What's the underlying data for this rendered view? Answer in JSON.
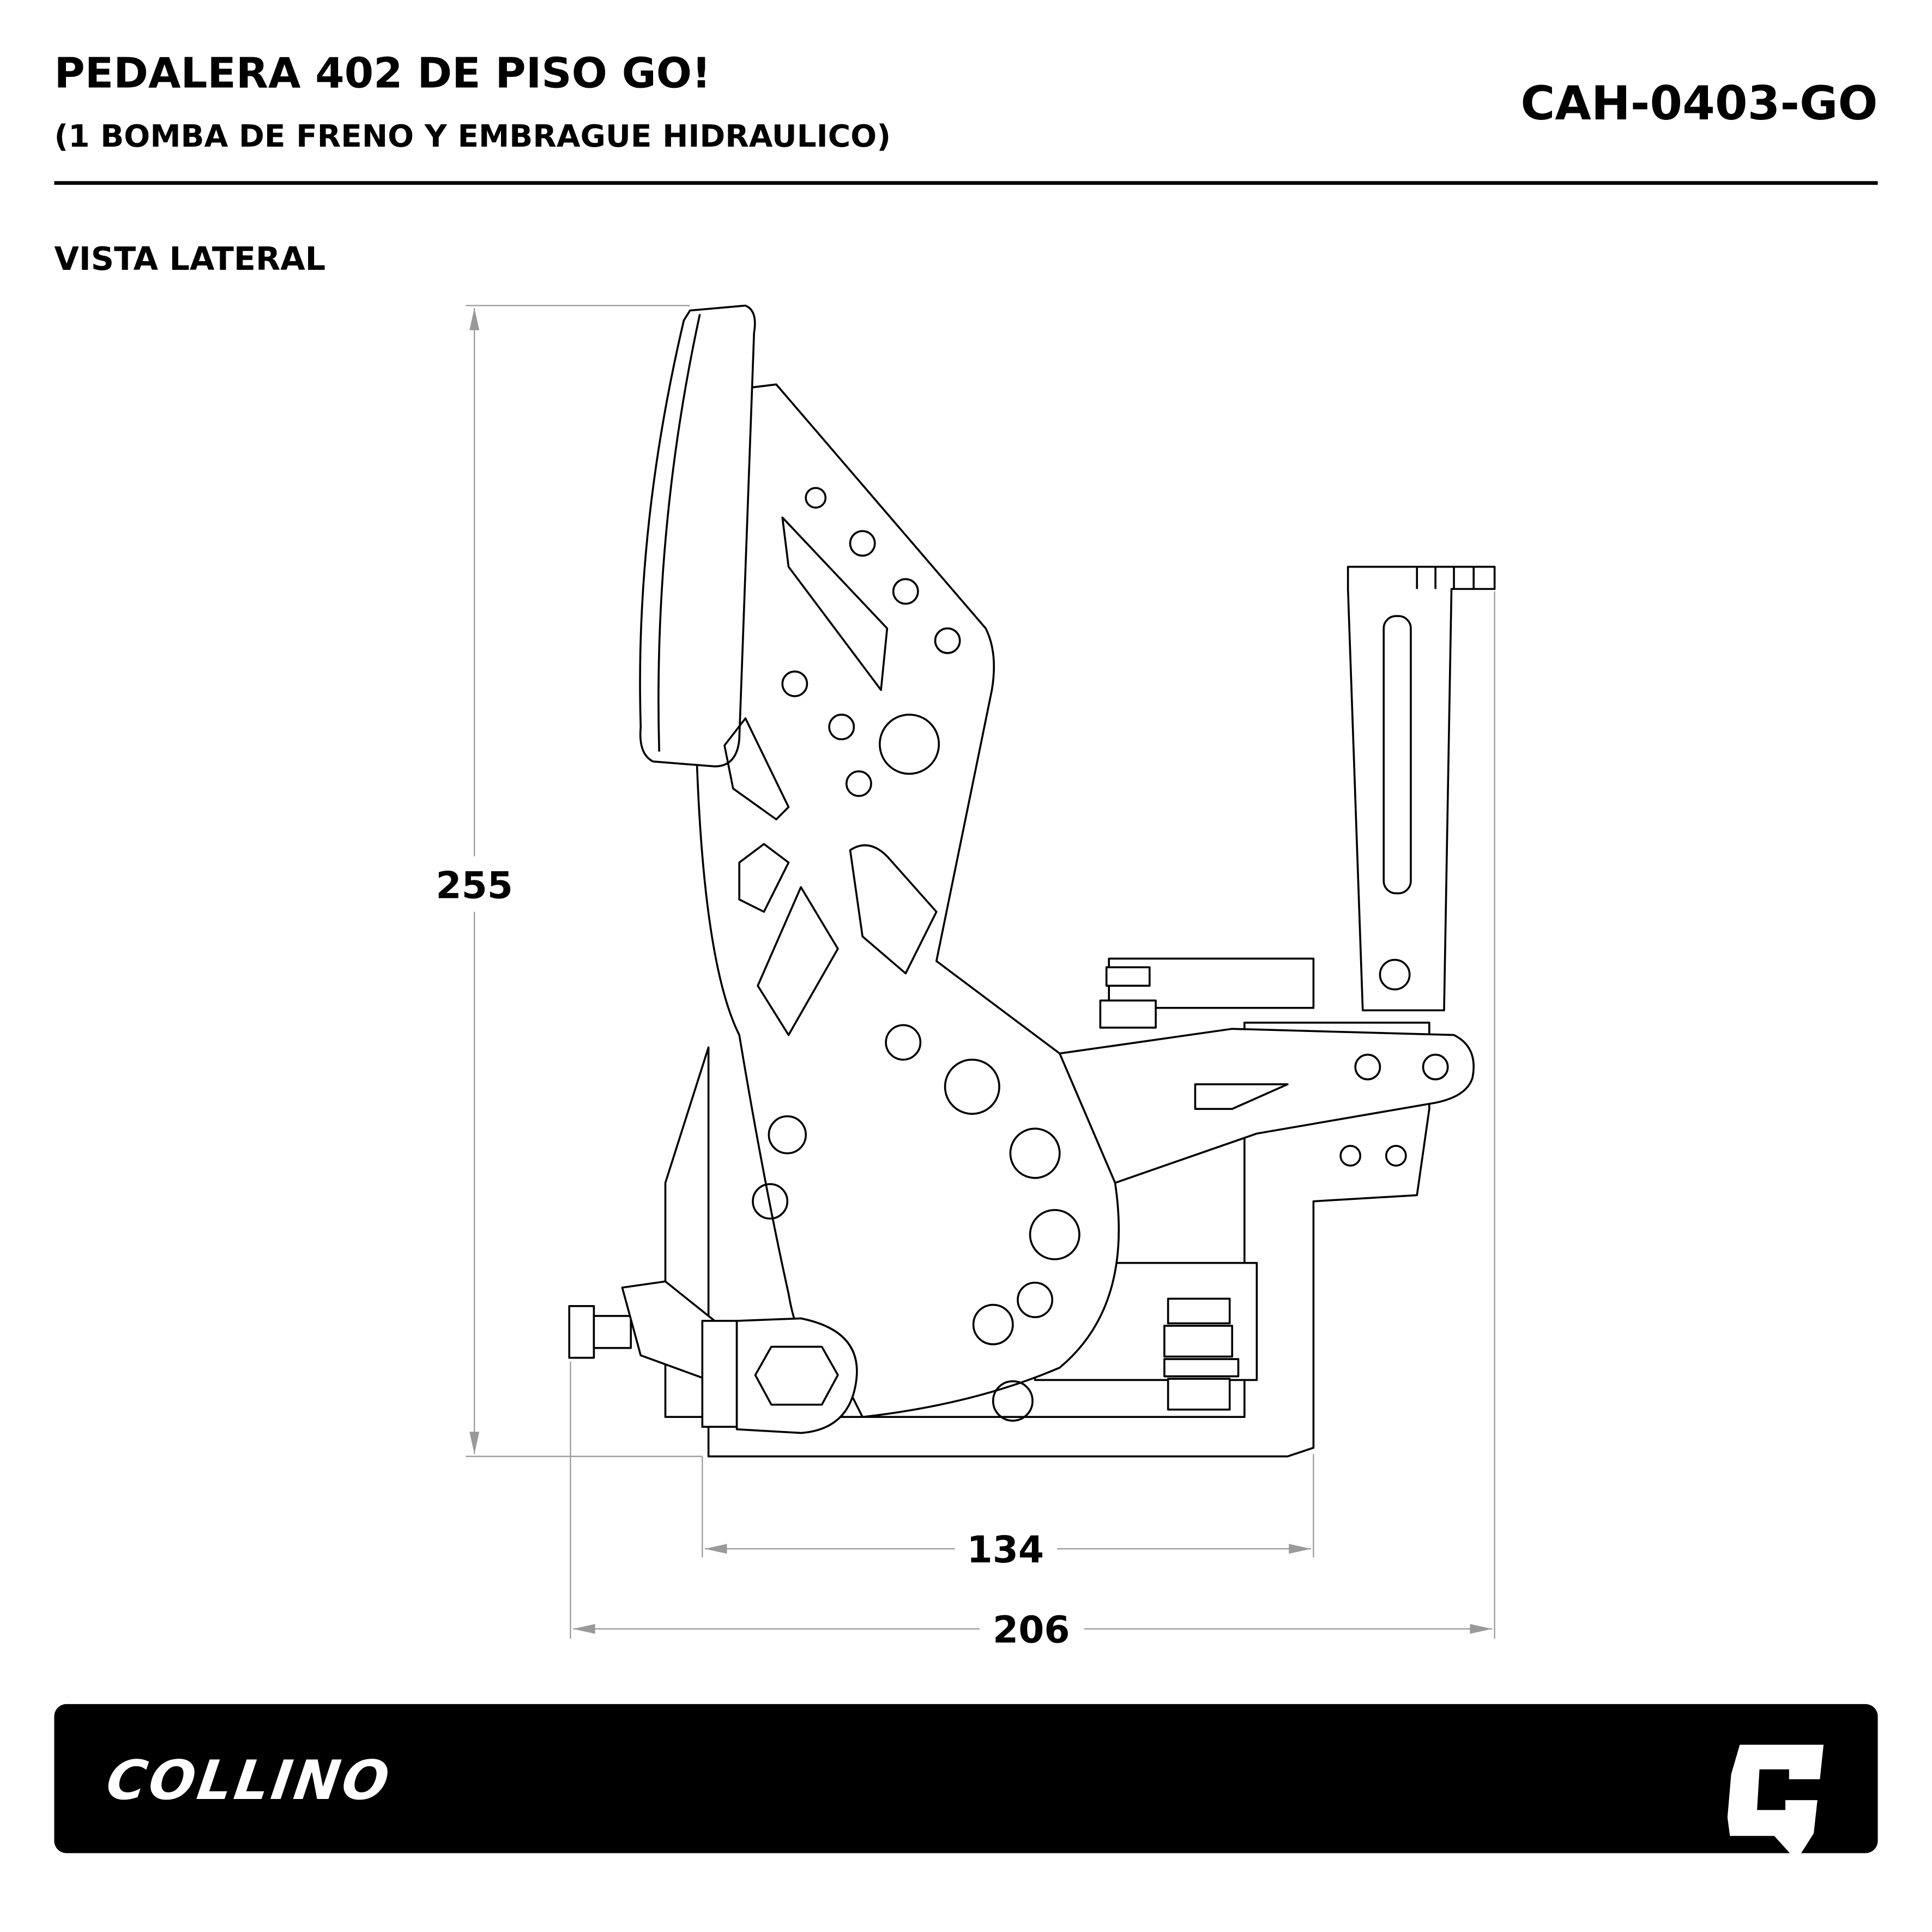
{
  "header": {
    "title": "PEDALERA 402 DE PISO GO!",
    "subtitle": "(1 BOMBA DE FRENO Y EMBRAGUE HIDRAULICO)",
    "product_code": "CAH-0403-GO"
  },
  "view_label": "VISTA LATERAL",
  "dimensions": {
    "height": "255",
    "base_width": "134",
    "total_width": "206"
  },
  "footer": {
    "brand": "COLLINO",
    "brand_mark": "C",
    "background": "#000000"
  }
}
